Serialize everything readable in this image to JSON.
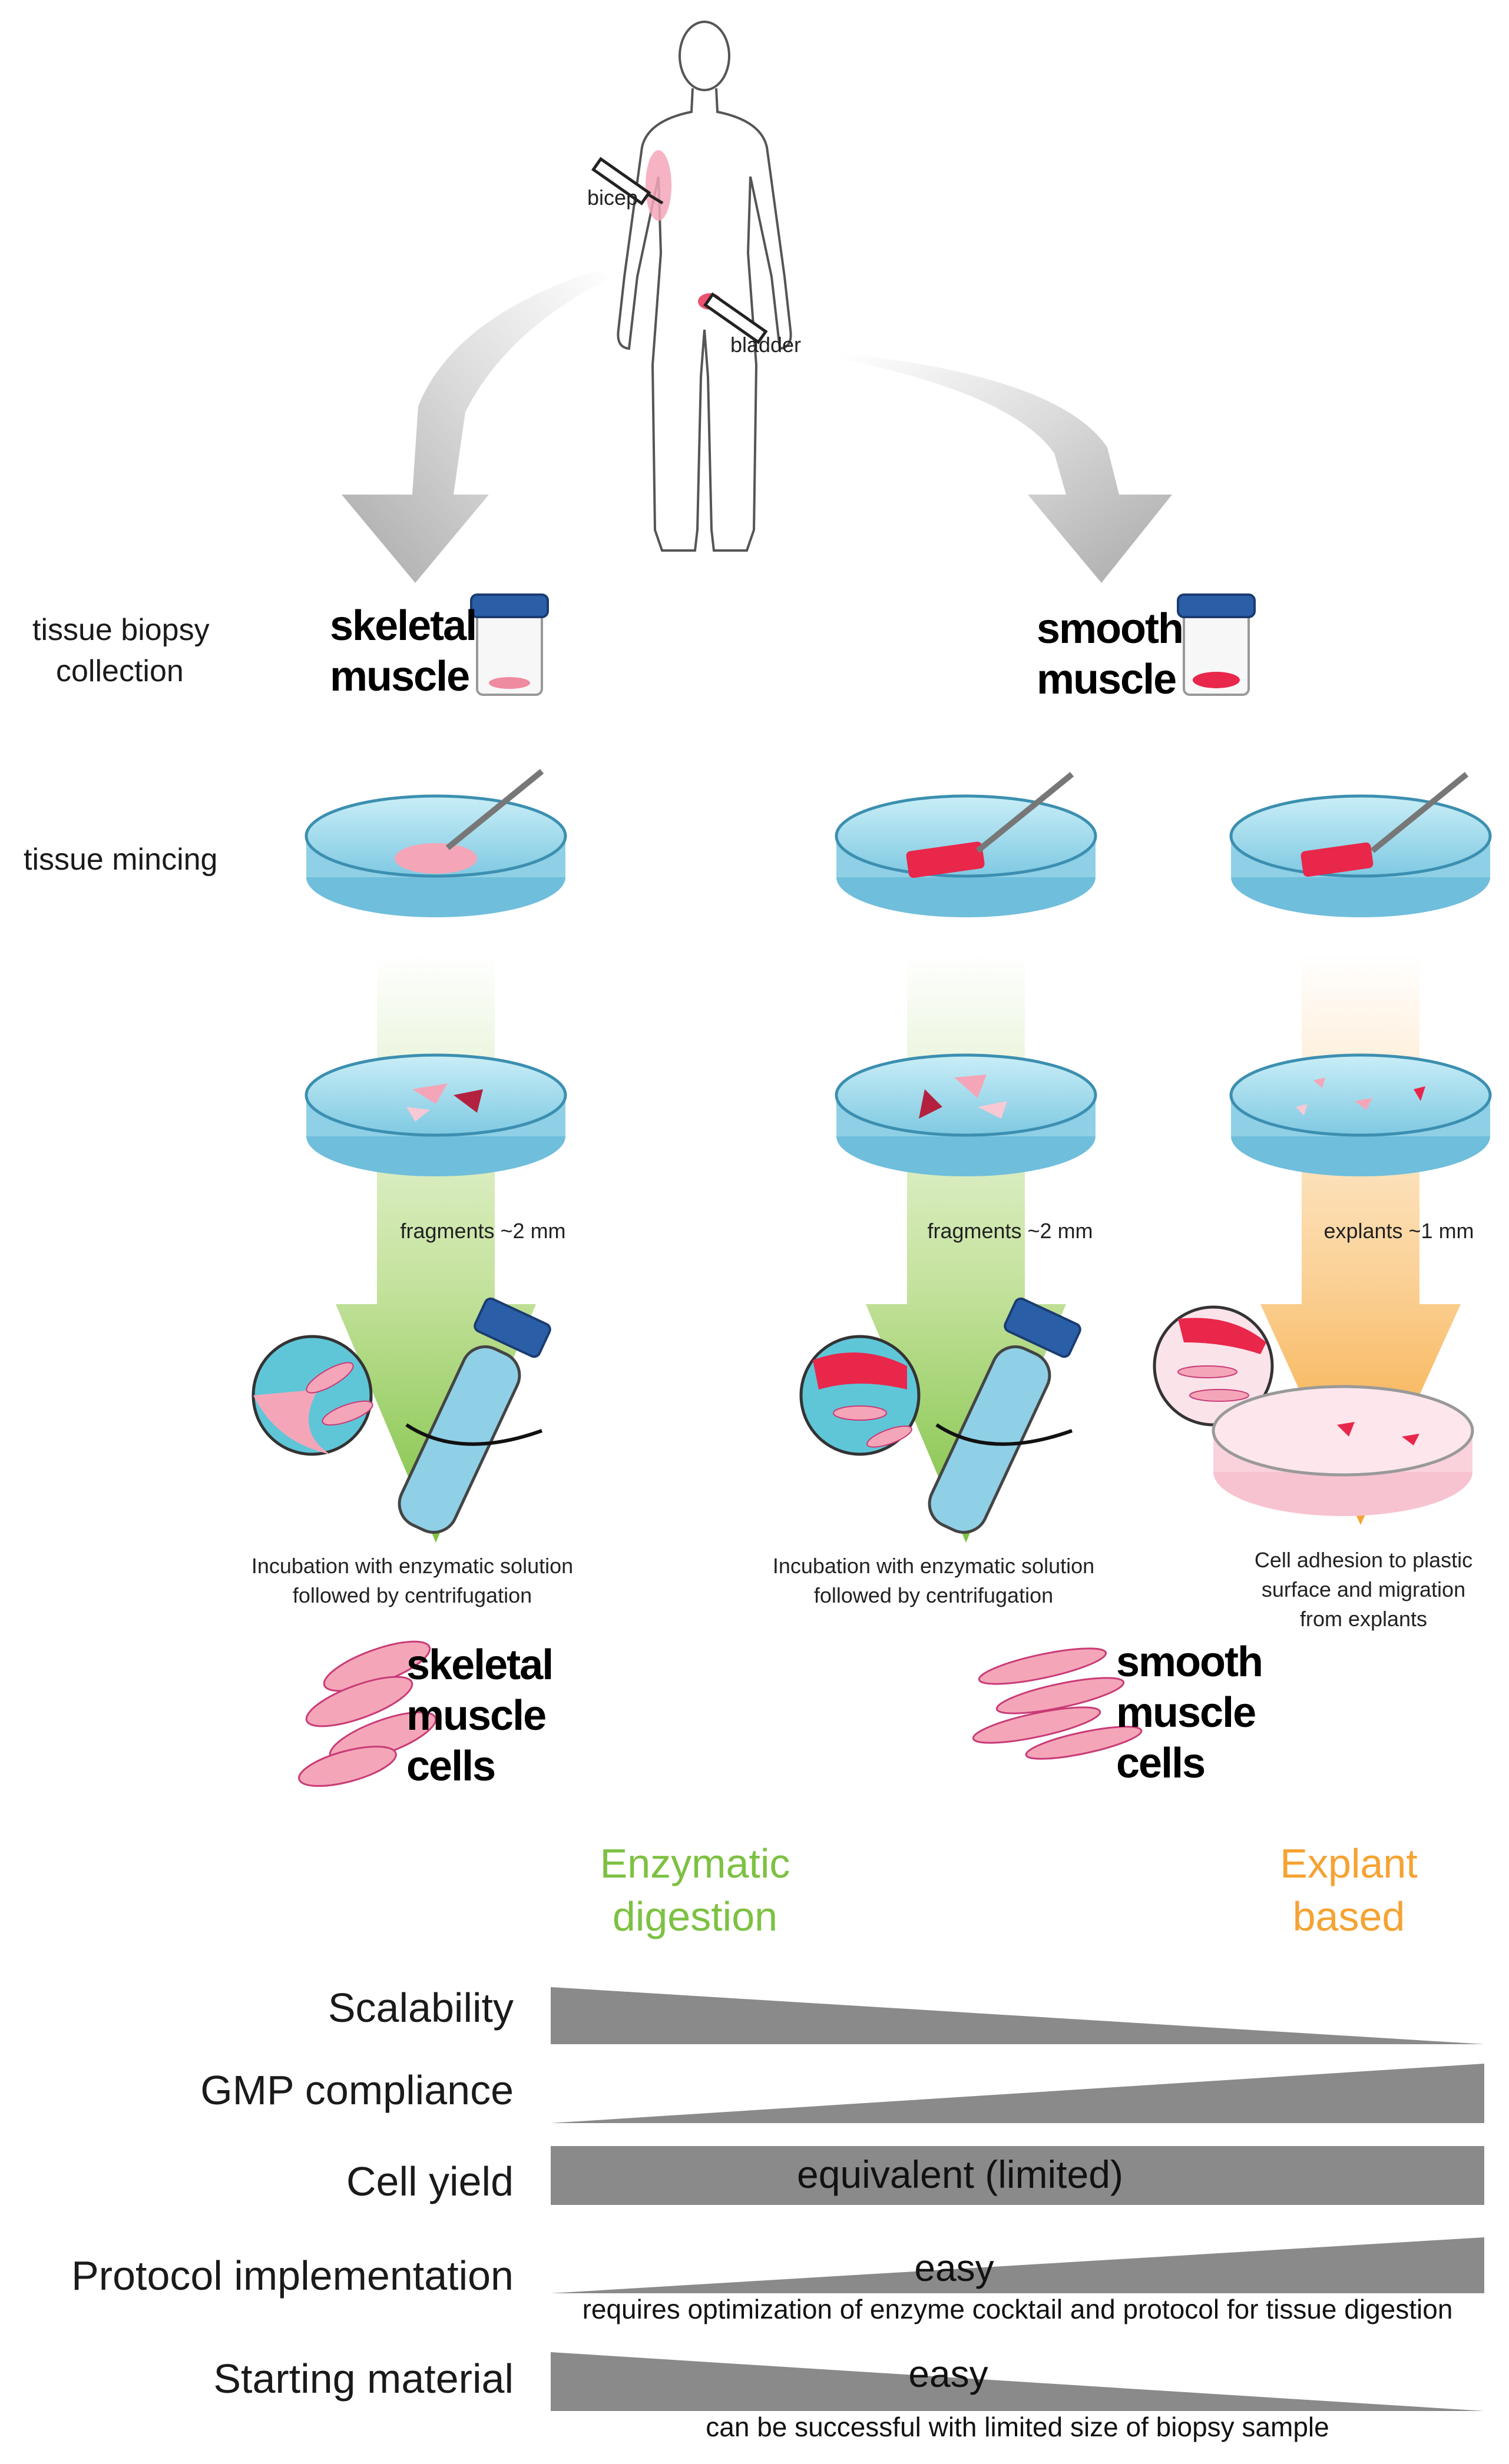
{
  "labels": {
    "bicep": "bicep",
    "bladder": "bladder",
    "step_collection_line1": "tissue biopsy",
    "step_collection_line2": "collection",
    "step_mincing": "tissue mincing",
    "skeletal_line1": "skeletal",
    "skeletal_line2": "muscle",
    "smooth_line1": "smooth",
    "smooth_line2": "muscle",
    "fragments_left": "fragments ~2 mm",
    "fragments_mid": "fragments ~2 mm",
    "explants": "explants ~1 mm",
    "incubation_left_line1": "Incubation with enzymatic solution",
    "incubation_left_line2": "followed by centrifugation",
    "incubation_mid_line1": "Incubation with enzymatic solution",
    "incubation_mid_line2": "followed by centrifugation",
    "adhesion_line1": "Cell adhesion to plastic",
    "adhesion_line2": "surface and migration",
    "adhesion_line3": "from explants",
    "skm_cells_line1": "skeletal",
    "skm_cells_line2": "muscle",
    "skm_cells_line3": "cells",
    "smc_cells_line1": "smooth",
    "smc_cells_line2": "muscle",
    "smc_cells_line3": "cells"
  },
  "methods": {
    "enzymatic_line1": "Enzymatic",
    "enzymatic_line2": "digestion",
    "explant_line1": "Explant",
    "explant_line2": "based"
  },
  "comparison": {
    "criteria": [
      "Scalability",
      "GMP compliance",
      "Cell yield",
      "Protocol implementation",
      "Starting material"
    ],
    "cell_yield_text": "equivalent (limited)",
    "protocol_easy": "easy",
    "protocol_note": "requires optimization of enzyme cocktail and protocol for tissue digestion",
    "starting_easy": "easy",
    "starting_note": "can be successful with limited size of biopsy sample"
  },
  "colors": {
    "enzymatic_green": "#7dc142",
    "explant_orange": "#f5a332",
    "bar_gray": "#8a8a8a",
    "tissue_pink": "#f4a6b8",
    "tissue_red": "#e8274b",
    "dish_blue": "#a8dcec"
  }
}
